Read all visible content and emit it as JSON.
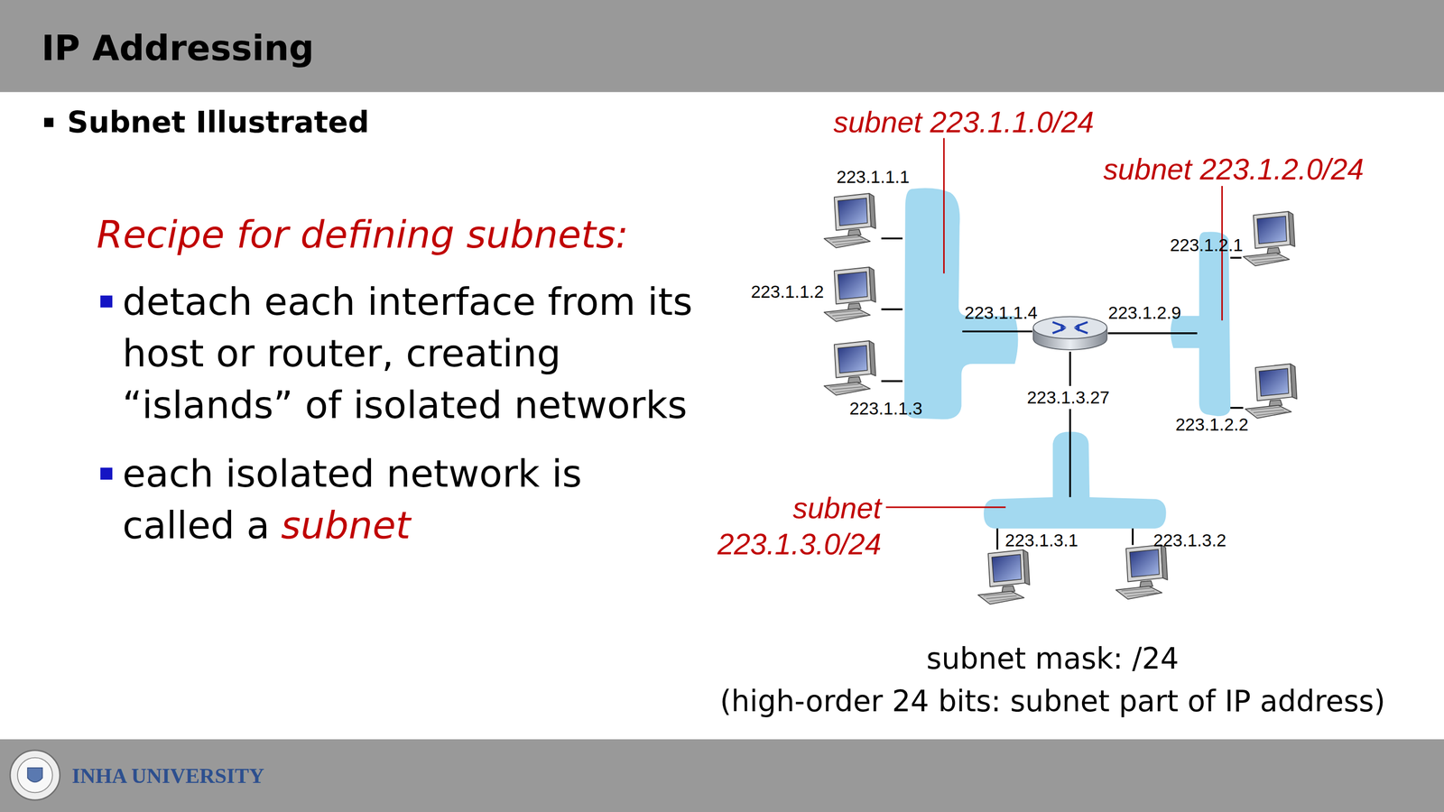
{
  "diagram": {
    "title": "IP Addressing",
    "nodes": [
      {
        "text": [
          "subnet 223.1.1.0/24"
        ]
      },
      {
        "text": [
          "223.1.1.1"
        ]
      },
      {
        "text": [
          "223.1.1.2"
        ]
      },
      {
        "text": [
          "223.1.1.3"
        ]
      },
      {
        "text": [
          "223.1.1.4",
          "223.1.2.9",
          "223.1.3.27"
        ]
      },
      {
        "text": [
          "subnet 223.1.2.0/24"
        ]
      },
      {
        "text": [
          "223.1.2.1"
        ]
      },
      {
        "text": [
          "223.1.2.2"
        ]
      },
      {
        "text": [
          "subnet 223.1.3.0/24"
        ]
      },
      {
        "text": [
          "223.1.3.1"
        ]
      },
      {
        "text": [
          "223.1.3.2"
        ]
      }
    ],
    "edges": [
      {
        "from": 1,
        "to": 0,
        "arrow": "none"
      },
      {
        "from": 2,
        "to": 0,
        "arrow": "none"
      },
      {
        "from": 3,
        "to": 0,
        "arrow": "none"
      },
      {
        "from": 4,
        "to": 0,
        "arrow": "none"
      },
      {
        "from": 4,
        "to": 5,
        "arrow": "none"
      },
      {
        "from": 4,
        "to": 8,
        "arrow": "none"
      },
      {
        "from": 6,
        "to": 5,
        "arrow": "none"
      },
      {
        "from": 7,
        "to": 5,
        "arrow": "none"
      },
      {
        "from": 9,
        "to": 8,
        "arrow": "none"
      },
      {
        "from": 10,
        "to": 8,
        "arrow": "none"
      }
    ],
    "labels": [
      "Subnet Illustrated",
      "Recipe for defining subnets:",
      "detach each interface from its host or router, creating “islands” of isolated networks",
      "each isolated network is called a",
      "subnet",
      "subnet mask: /24",
      "(high-order 24 bits: subnet part of IP address)",
      "INHA UNIVERSITY"
    ]
  }
}
